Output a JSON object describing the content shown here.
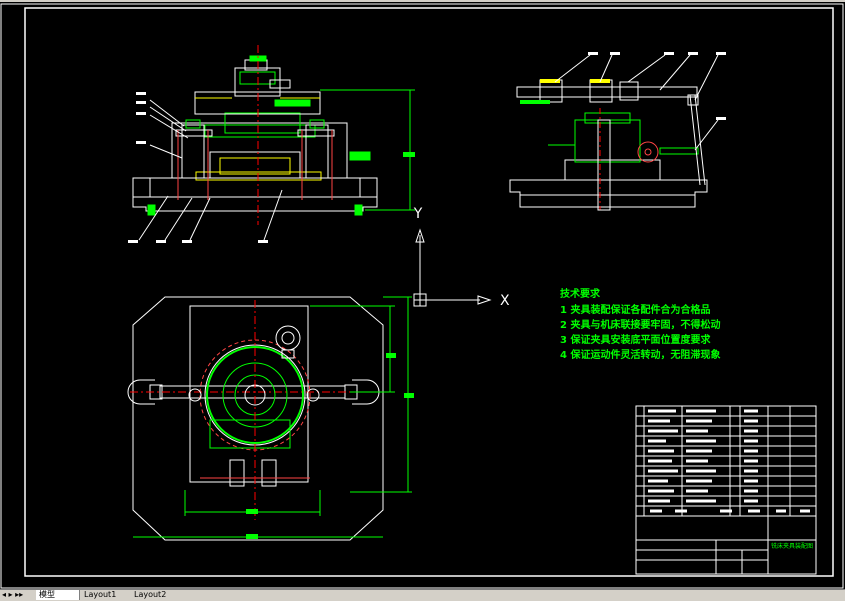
{
  "drawing": {
    "background": "#000000",
    "line_color": "#ffffff",
    "part_color": "#00ff00",
    "dim_color": "#00ff00",
    "center_color": "#ff0000",
    "cyan": "#00ffff",
    "yellow": "#ffff00"
  },
  "ucs": {
    "y_label": "Y",
    "x_label": "X"
  },
  "tech_requirements": {
    "title": "技术要求",
    "lines": [
      "1  夹具装配保证各配件合为合格品",
      "2  夹具与机床联接要牢固，不得松动",
      "3  保证夹具安装底平面位置度要求",
      "4  保证运动件灵活转动，无阻滞现象"
    ]
  },
  "title_block": {
    "name": "铣床夹具装配图"
  },
  "tabs": {
    "arrows": "◂ ▸ ▸▸",
    "model": "模型",
    "layout1": "Layout1",
    "layout2": "Layout2"
  }
}
